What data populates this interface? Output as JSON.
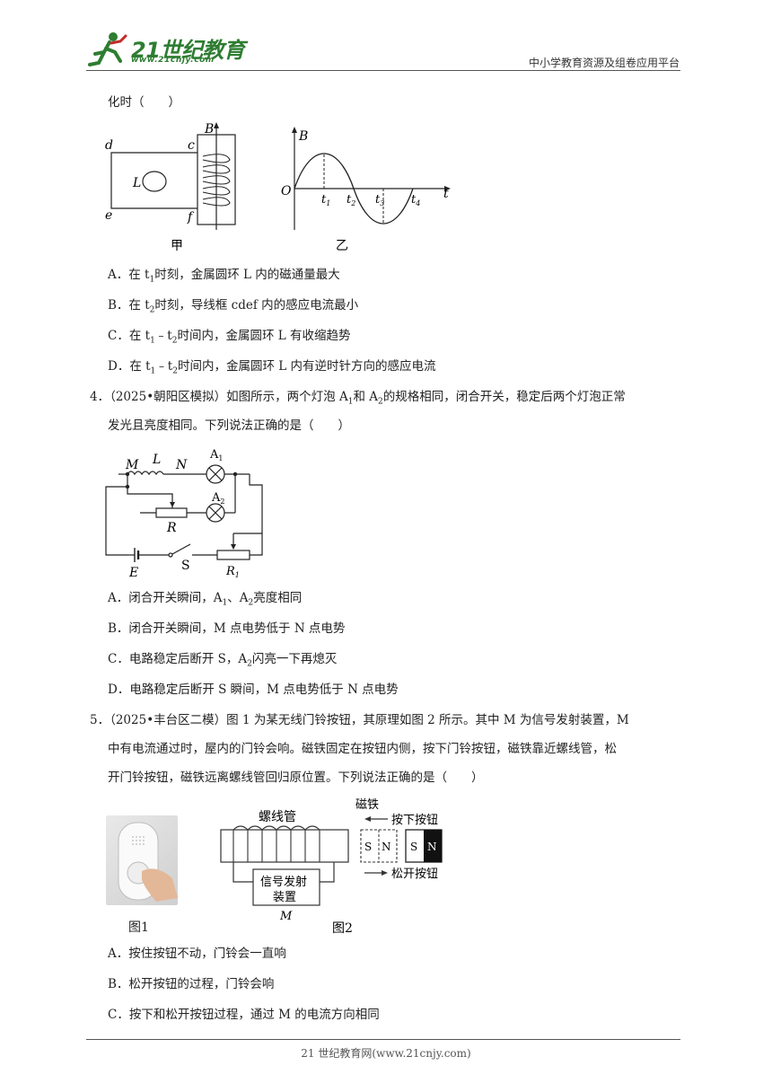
{
  "header": {
    "logo_text": "21世纪教育",
    "logo_url": "www.21cnjy.com",
    "platform": "中小学教育资源及组卷应用平台"
  },
  "q3": {
    "stem_tail": "化时（　　）",
    "fig_jia": {
      "caption": "甲",
      "labels": {
        "d": "d",
        "c": "c",
        "e": "e",
        "f": "f",
        "B": "B",
        "L": "L"
      }
    },
    "fig_yi": {
      "caption": "乙",
      "labels": {
        "B": "B",
        "O": "O",
        "t": "t",
        "t1": "t",
        "t1s": "1",
        "t2": "t",
        "t2s": "2",
        "t3": "t",
        "t3s": "3",
        "t4": "t",
        "t4s": "4"
      }
    },
    "options": [
      {
        "label": "A．",
        "pre": "在 t",
        "sub": "1",
        "post": "时刻，金属圆环 L 内的磁通量最大"
      },
      {
        "label": "B．",
        "pre": "在 t",
        "sub": "2",
        "post": "时刻，导线框 cdef 内的感应电流最小"
      },
      {
        "label": "C．",
        "pre": "在 t",
        "sub": "1",
        "mid": "﹣t",
        "sub2": "2",
        "post": "时间内，金属圆环 L 有收缩趋势"
      },
      {
        "label": "D．",
        "pre": "在 t",
        "sub": "1",
        "mid": "﹣t",
        "sub2": "2",
        "post": "时间内，金属圆环 L 内有逆时针方向的感应电流"
      }
    ]
  },
  "q4": {
    "number": "4．",
    "line1_pre": "（2025•朝阳区模拟）如图所示，两个灯泡 A",
    "line1_s1": "1",
    "line1_mid": "和 A",
    "line1_s2": "2",
    "line1_post": "的规格相同，闭合开关，稳定后两个灯泡正常",
    "line2": "发光且亮度相同。下列说法正确的是（　　）",
    "circuit_labels": {
      "M": "M",
      "L": "L",
      "N": "N",
      "A1": "A",
      "A1s": "1",
      "A2": "A",
      "A2s": "2",
      "R": "R",
      "E": "E",
      "S": "S",
      "R1": "R",
      "R1s": "1"
    },
    "options": [
      {
        "label": "A．",
        "pre": "闭合开关瞬间，A",
        "sub": "1",
        "mid": "、A",
        "sub2": "2",
        "post": "亮度相同"
      },
      {
        "label": "B．",
        "pre": "闭合开关瞬间，M 点电势低于 N 点电势"
      },
      {
        "label": "C．",
        "pre": "电路稳定后断开 S，A",
        "sub": "2",
        "post": "闪亮一下再熄灭"
      },
      {
        "label": "D．",
        "pre": "电路稳定后断开 S 瞬间，M 点电势低于 N 点电势"
      }
    ]
  },
  "q5": {
    "number": "5．",
    "line1": "（2025•丰台区二模）图 1 为某无线门铃按钮，其原理如图 2 所示。其中 M 为信号发射装置，M",
    "line2": "中有电流通过时，屋内的门铃会响。磁铁固定在按钮内侧，按下门铃按钮，磁铁靠近螺线管，松",
    "line3": "开门铃按钮，磁铁远离螺线管回归原位置。下列说法正确的是（　　）",
    "fig1_caption": "图1",
    "fig2_caption": "图2",
    "fig2_labels": {
      "solenoid": "螺线管",
      "device_l1": "信号发射",
      "device_l2": "装置",
      "M": "M",
      "magnet": "磁铁",
      "press": "按下按钮",
      "release": "松开按钮",
      "S1": "S",
      "N1": "N",
      "S2": "S",
      "N2": "N"
    },
    "options": [
      {
        "label": "A．",
        "pre": "按住按钮不动，门铃会一直响"
      },
      {
        "label": "B．",
        "pre": "松开按钮的过程，门铃会响"
      },
      {
        "label": "C．",
        "pre": "按下和松开按钮过程，通过 M 的电流方向相同"
      }
    ]
  },
  "footer": {
    "text": "21 世纪教育网(www.21cnjy.com)"
  }
}
